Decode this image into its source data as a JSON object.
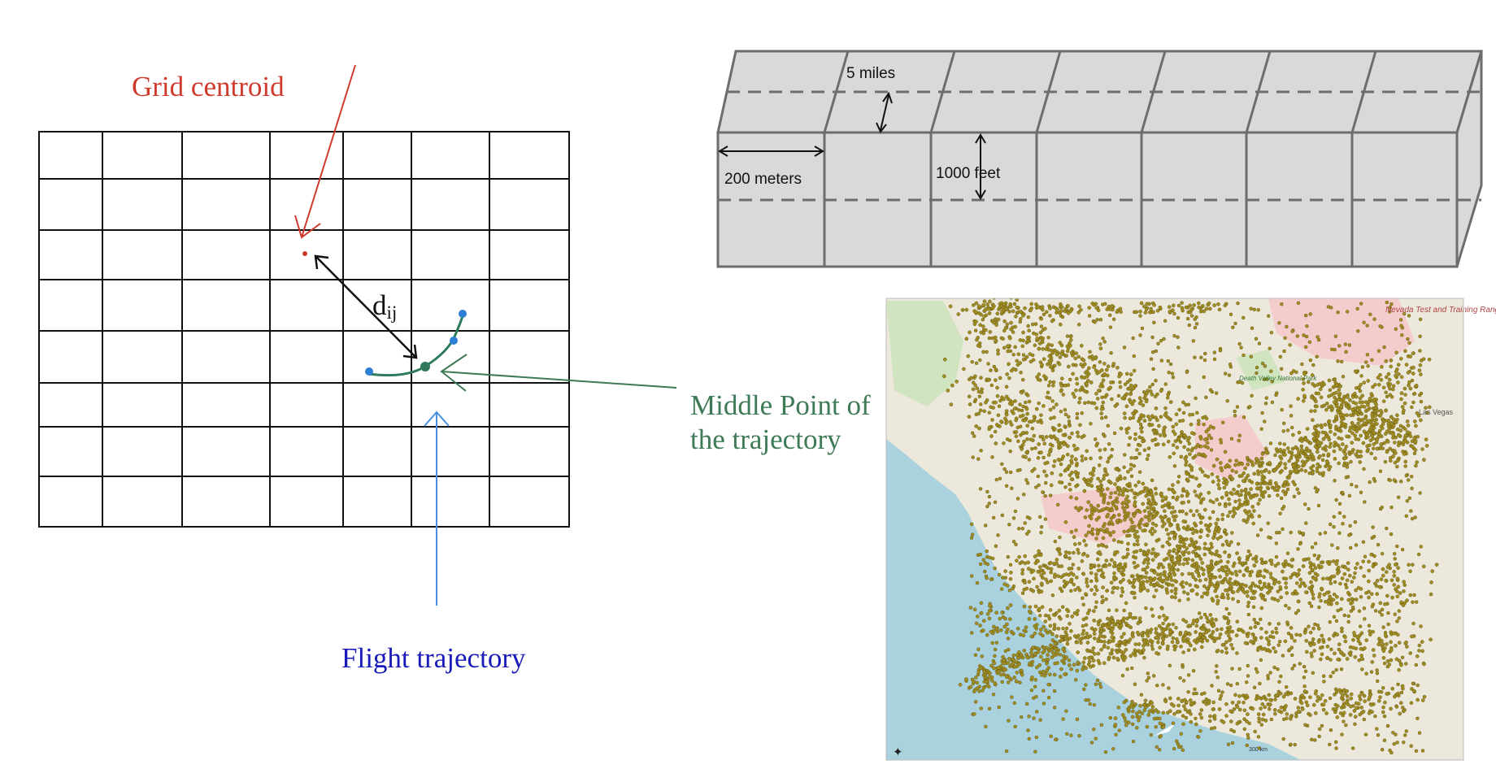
{
  "grid_panel": {
    "centroid_label": "Grid centroid",
    "distance_label_main": "d",
    "distance_label_sub": "ij",
    "middle_point_label_line1": "Middle Point of",
    "middle_point_label_line2": "the trajectory",
    "trajectory_label": "Flight trajectory"
  },
  "box_panel": {
    "width_label": "5 miles",
    "length_label": "200 meters",
    "height_label": "1000 feet"
  },
  "map_panel": {
    "place_labels": [
      "Nevada Test and Training Range (NTTR)",
      "Las Vegas",
      "Death Valley National Park"
    ],
    "scale_label": "300 km"
  },
  "colors": {
    "centroid": "#d03a2c",
    "trajectory_point": "#2e7fd6",
    "trajectory_curve": "#2e7a5a",
    "middle_point_arrow": "#3d7a55",
    "flight_label": "#1a1ab8",
    "flight_arrow": "#4a90e2",
    "box_face": "#d9d9d9",
    "box_edge": "#6d6d6d",
    "ocean": "#a9d2de",
    "land": "#ece8dc",
    "restricted": "#f5cccc",
    "park": "#cfe4bf",
    "track_points": "#a18e22"
  }
}
